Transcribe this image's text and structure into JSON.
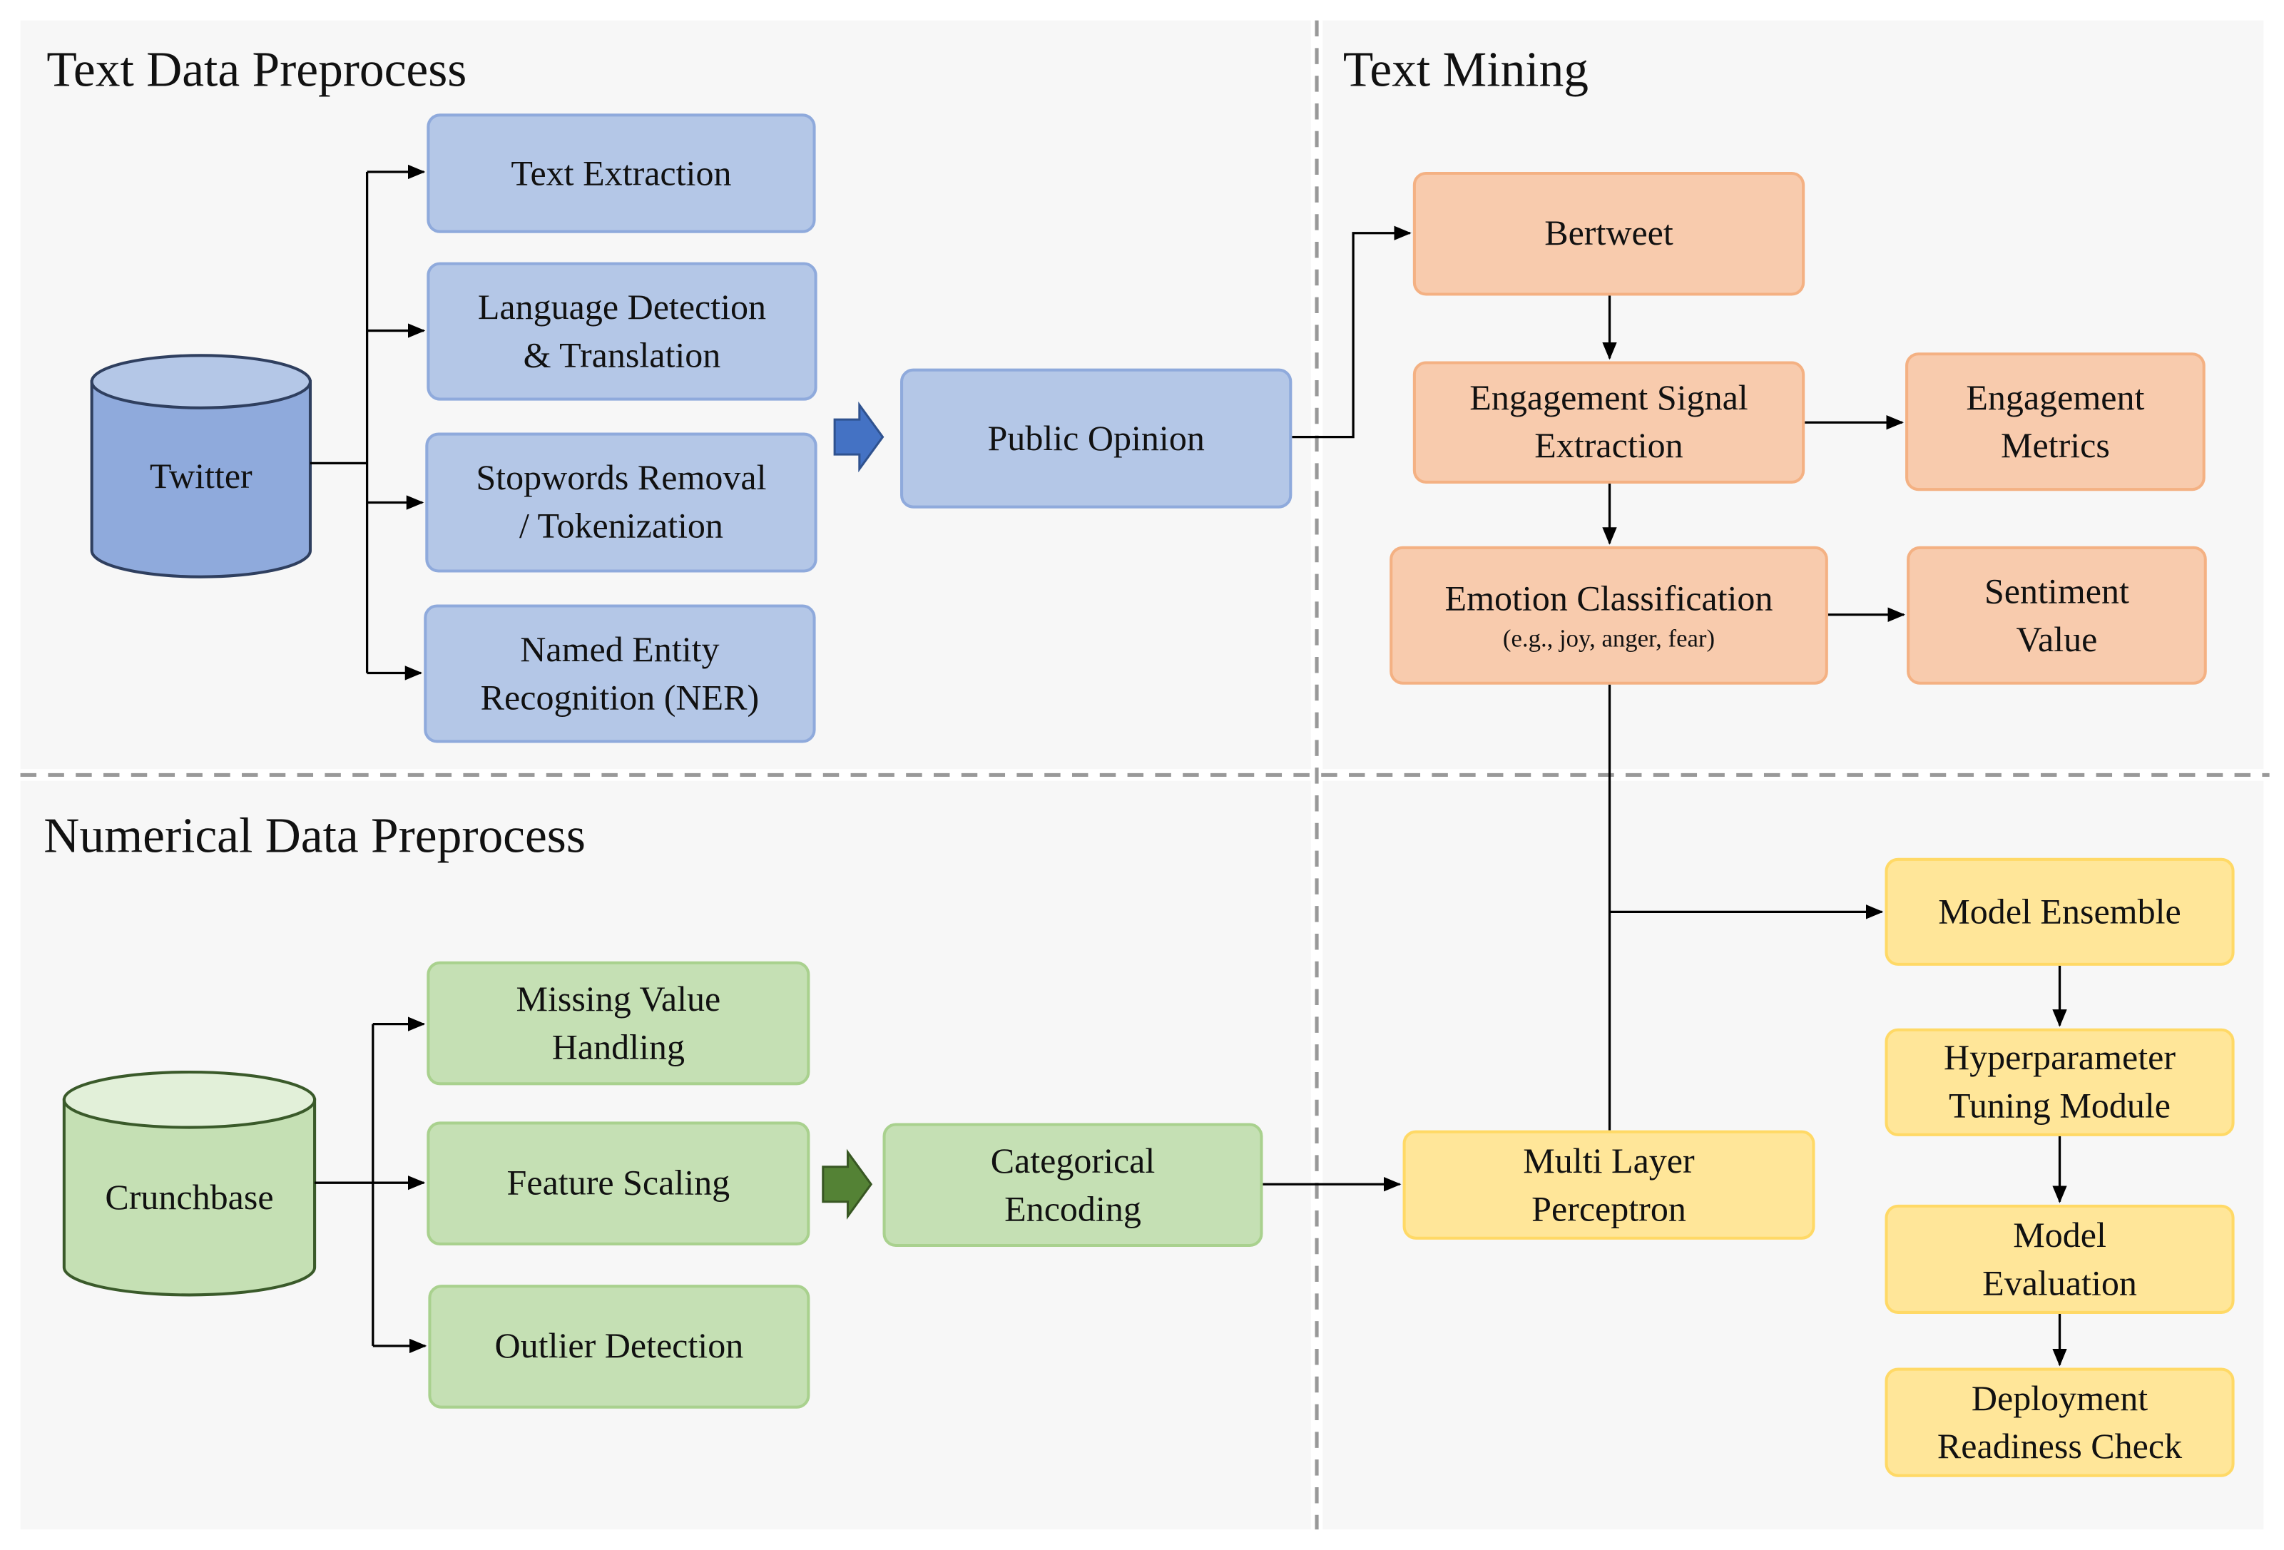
{
  "sections": {
    "text_preprocess": "Text Data Preprocess",
    "text_mining": "Text Mining",
    "numerical_preprocess": "Numerical Data Preprocess"
  },
  "sources": {
    "twitter": "Twitter",
    "crunchbase": "Crunchbase"
  },
  "text_steps": {
    "extraction": [
      "Text Extraction"
    ],
    "language": [
      "Language Detection",
      "& Translation"
    ],
    "stopwords": [
      "Stopwords Removal",
      "/ Tokenization"
    ],
    "ner": [
      "Named Entity",
      "Recognition (NER)"
    ]
  },
  "public_opinion": "Public Opinion",
  "mining": {
    "bertweet": "Bertweet",
    "engagement_signal": [
      "Engagement Signal",
      "Extraction"
    ],
    "engagement_metrics": [
      "Engagement",
      "Metrics"
    ],
    "emotion": "Emotion Classification",
    "emotion_sub": "(e.g., joy, anger, fear)",
    "sentiment": [
      "Sentiment",
      "Value"
    ]
  },
  "numeric_steps": {
    "missing": [
      "Missing Value",
      "Handling"
    ],
    "scaling": [
      "Feature Scaling"
    ],
    "outlier": [
      "Outlier Detection"
    ]
  },
  "categorical": [
    "Categorical",
    "Encoding"
  ],
  "model": {
    "mlp": [
      "Multi Layer",
      "Perceptron"
    ],
    "ensemble": [
      "Model Ensemble"
    ],
    "tuning": [
      "Hyperparameter",
      "Tuning Module"
    ],
    "evaluation": [
      "Model",
      "Evaluation"
    ],
    "deployment": [
      "Deployment",
      "Readiness Check"
    ]
  },
  "colors": {
    "text_fill": "#b4c7e7",
    "text_border": "#8faadc",
    "mining_fill": "#f8cbad",
    "mining_border": "#f4b183",
    "numeric_fill": "#c5e0b4",
    "numeric_border": "#a9d18e",
    "model_fill": "#ffe699",
    "model_border": "#ffd966",
    "twitter_cylinder": "#8faadc",
    "crunchbase_cylinder": "#c5e0b4",
    "blue_arrow": "#4472c4",
    "green_arrow": "#548235"
  }
}
